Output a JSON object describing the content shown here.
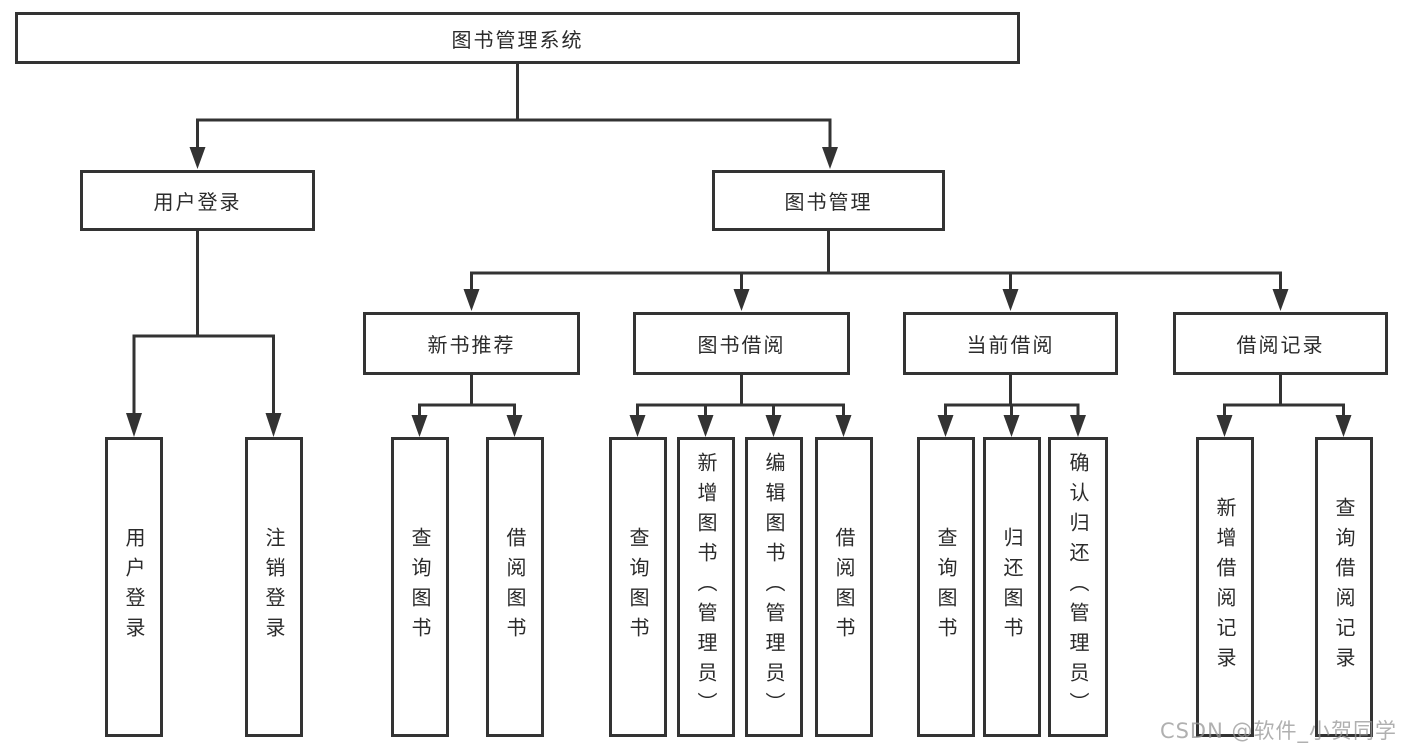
{
  "diagram": {
    "root": "图书管理系统",
    "level2": [
      {
        "label": "用户登录"
      },
      {
        "label": "图书管理"
      }
    ],
    "level3": [
      {
        "label": "新书推荐"
      },
      {
        "label": "图书借阅"
      },
      {
        "label": "当前借阅"
      },
      {
        "label": "借阅记录"
      }
    ],
    "leaves": {
      "user": [
        "用户登录",
        "注销登录"
      ],
      "newbook": [
        "查询图书",
        "借阅图书"
      ],
      "borrow": [
        "查询图书",
        "新增图书（管理员）",
        "编辑图书（管理员）",
        "借阅图书"
      ],
      "current": [
        "查询图书",
        "归还图书",
        "确认归还（管理员）"
      ],
      "records": [
        "新增借阅记录",
        "查询借阅记录"
      ]
    }
  },
  "watermark": "CSDN @软件_小贺同学",
  "colors": {
    "line": "#333333",
    "text": "#2b2b2b",
    "watermark": "#969696"
  }
}
